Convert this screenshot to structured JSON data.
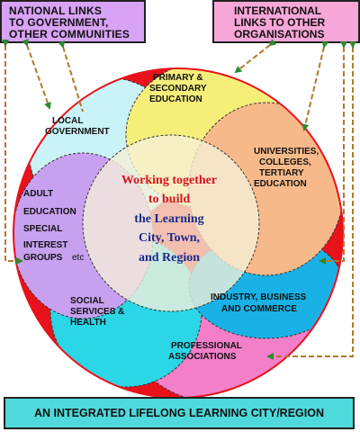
{
  "title_boxes": {
    "national": [
      "NATIONAL LINKS",
      "TO GOVERNMENT,",
      "OTHER COMMUNITIES"
    ],
    "international": [
      "INTERNATIONAL",
      "LINKS TO OTHER",
      "ORGANISATIONS"
    ]
  },
  "petals": {
    "local_government": [
      "LOCAL",
      "GOVERNMENT"
    ],
    "primary_secondary": [
      "PRIMARY &",
      "SECONDARY",
      "EDUCATION"
    ],
    "universities": [
      "UNIVERSITIES,",
      "COLLEGES,",
      "TERTIARY",
      "EDUCATION"
    ],
    "adult_education": [
      "ADULT",
      "EDUCATION",
      "SPECIAL",
      "INTEREST",
      "GROUPS"
    ],
    "adult_education_suffix": "etc",
    "industry": [
      "INDUSTRY, BUSINESS",
      "AND COMMERCE"
    ],
    "social_services": [
      "SOCIAL",
      "SERVICES &",
      "HEALTH"
    ],
    "professional": [
      "PROFESSIONAL",
      "ASSOCIATIONS"
    ]
  },
  "center_text": [
    "Working together",
    "to build",
    "the Learning",
    "City, Town,",
    "and Region"
  ],
  "banner": "AN INTEGRATED LIFELONG LEARNING CITY/REGION",
  "colors": {
    "outer_ring": "#e8121b",
    "local_government": "#c9f3f6",
    "primary_secondary": "#f5ef7a",
    "universities": "#f7b98a",
    "adult_education": "#c7a0ef",
    "industry": "#1ab2e6",
    "social_services": "#2bd6e6",
    "professional": "#f37fc8",
    "center_fill": "#f6f0d8",
    "arrow": "#b5772a",
    "center_text_red": "#d7141d",
    "center_text_blue": "#1b2a8c"
  }
}
